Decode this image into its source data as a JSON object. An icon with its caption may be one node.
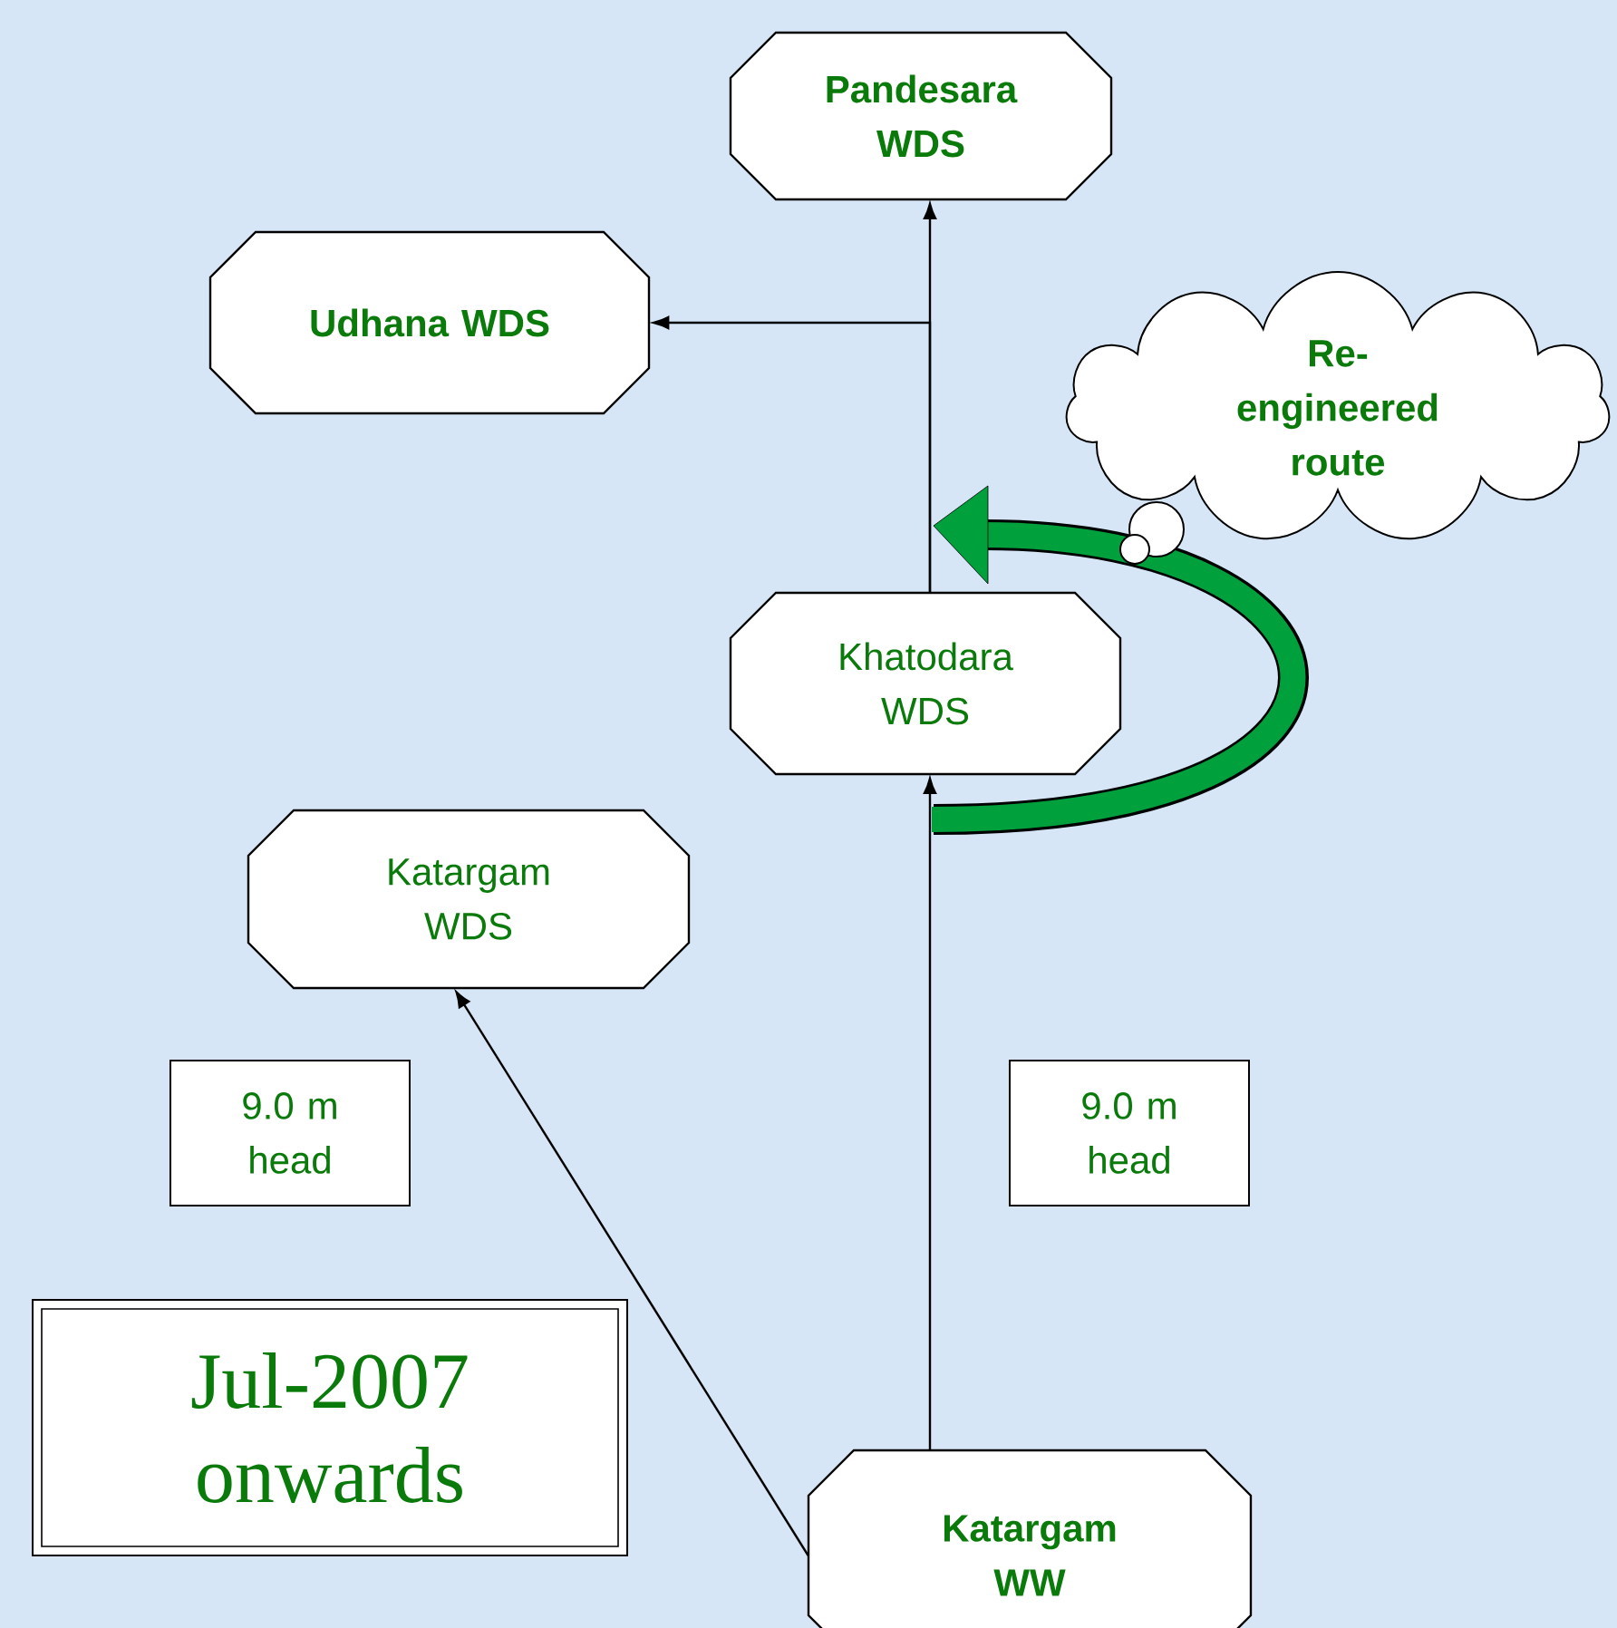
{
  "diagram": {
    "nodes": [
      {
        "text": [
          "Pandesara WDS"
        ]
      },
      {
        "text": [
          "Udhana WDS"
        ]
      },
      {
        "text": [
          "Re-engineered route"
        ]
      },
      {
        "text": [
          "Khatodara WDS"
        ]
      },
      {
        "text": [
          "Katargam WDS"
        ]
      },
      {
        "text": [
          "9.0 m head"
        ]
      },
      {
        "text": [
          "9.0 m head"
        ]
      },
      {
        "text": [
          "Jul-2007 onwards"
        ]
      },
      {
        "text": [
          "Katargam WW"
        ]
      }
    ],
    "edges": [
      {
        "from": 8,
        "to": 3,
        "arrow": "to"
      },
      {
        "from": 8,
        "to": 4,
        "arrow": "to"
      },
      {
        "from": 3,
        "to": 0,
        "arrow": "to"
      },
      {
        "from": 3,
        "to": 1,
        "arrow": "to"
      }
    ]
  }
}
